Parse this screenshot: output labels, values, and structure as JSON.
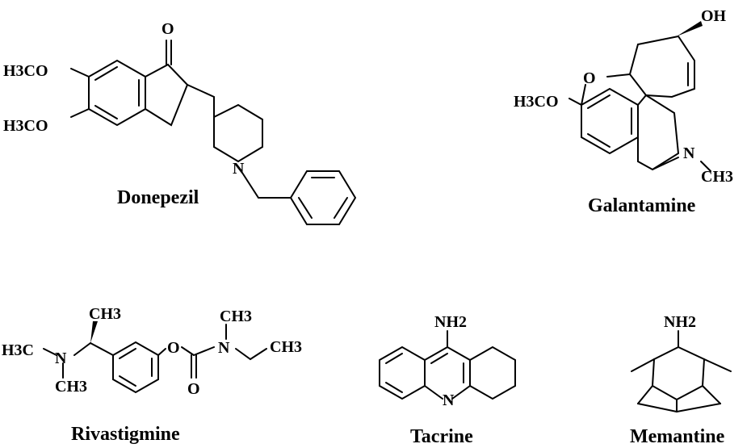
{
  "molecules": {
    "donepezil": {
      "name": "Donepezil",
      "labels": {
        "o": "O",
        "h3co_top": "H3CO",
        "h3co_bottom": "H3CO",
        "n": "N"
      }
    },
    "galantamine": {
      "name": "Galantamine",
      "labels": {
        "oh": "OH",
        "o": "O",
        "h3co": "H3CO",
        "n": "N",
        "ch3": "CH3"
      }
    },
    "rivastigmine": {
      "name": "Rivastigmine",
      "labels": {
        "h3c": "H3C",
        "n_left": "N",
        "ch3_top": "CH3",
        "ch3_bottom": "CH3",
        "o_ester": "O",
        "o_carbonyl": "O",
        "n_right": "N",
        "ch3_n": "CH3",
        "ch3_ethyl": "CH3"
      }
    },
    "tacrine": {
      "name": "Tacrine",
      "labels": {
        "nh2": "NH2",
        "n": "N"
      }
    },
    "memantine": {
      "name": "Memantine",
      "labels": {
        "nh2": "NH2"
      }
    }
  }
}
